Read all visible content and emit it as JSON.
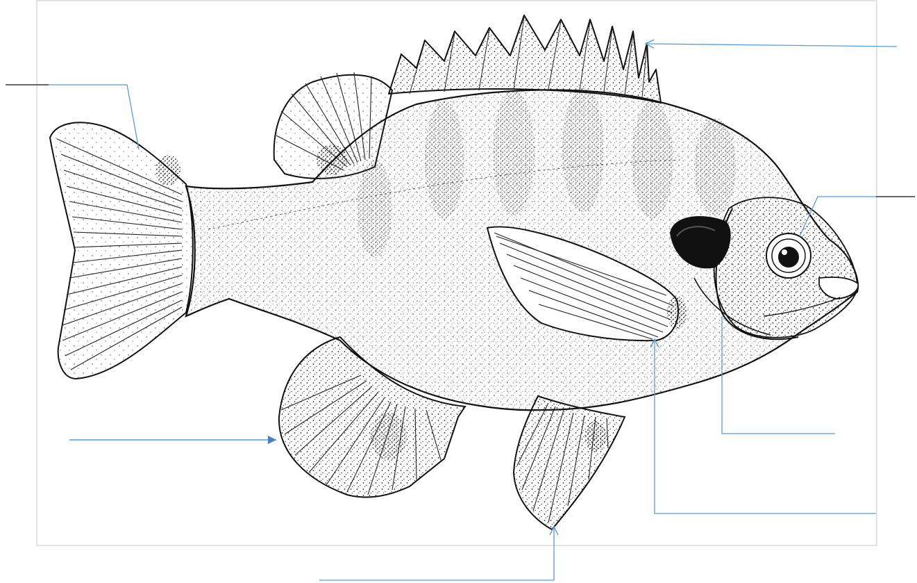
{
  "figure": {
    "subject": "bluegill-sunfish-illustration",
    "style": "black ink stipple drawing, unlabeled anatomy worksheet",
    "colors": {
      "background": "#ffffff",
      "frame": "#c8c8c8",
      "ink": "#111111",
      "leader_blue": "#5b9bd5",
      "leader_dark": "#333333"
    },
    "callouts": [
      {
        "target": "caudal-fin",
        "label": ""
      },
      {
        "target": "spiny-dorsal-fin",
        "label": ""
      },
      {
        "target": "eye",
        "label": ""
      },
      {
        "target": "operculum",
        "label": ""
      },
      {
        "target": "pectoral-fin",
        "label": ""
      },
      {
        "target": "pelvic-fin",
        "label": ""
      },
      {
        "target": "anal-fin",
        "label": ""
      }
    ]
  }
}
